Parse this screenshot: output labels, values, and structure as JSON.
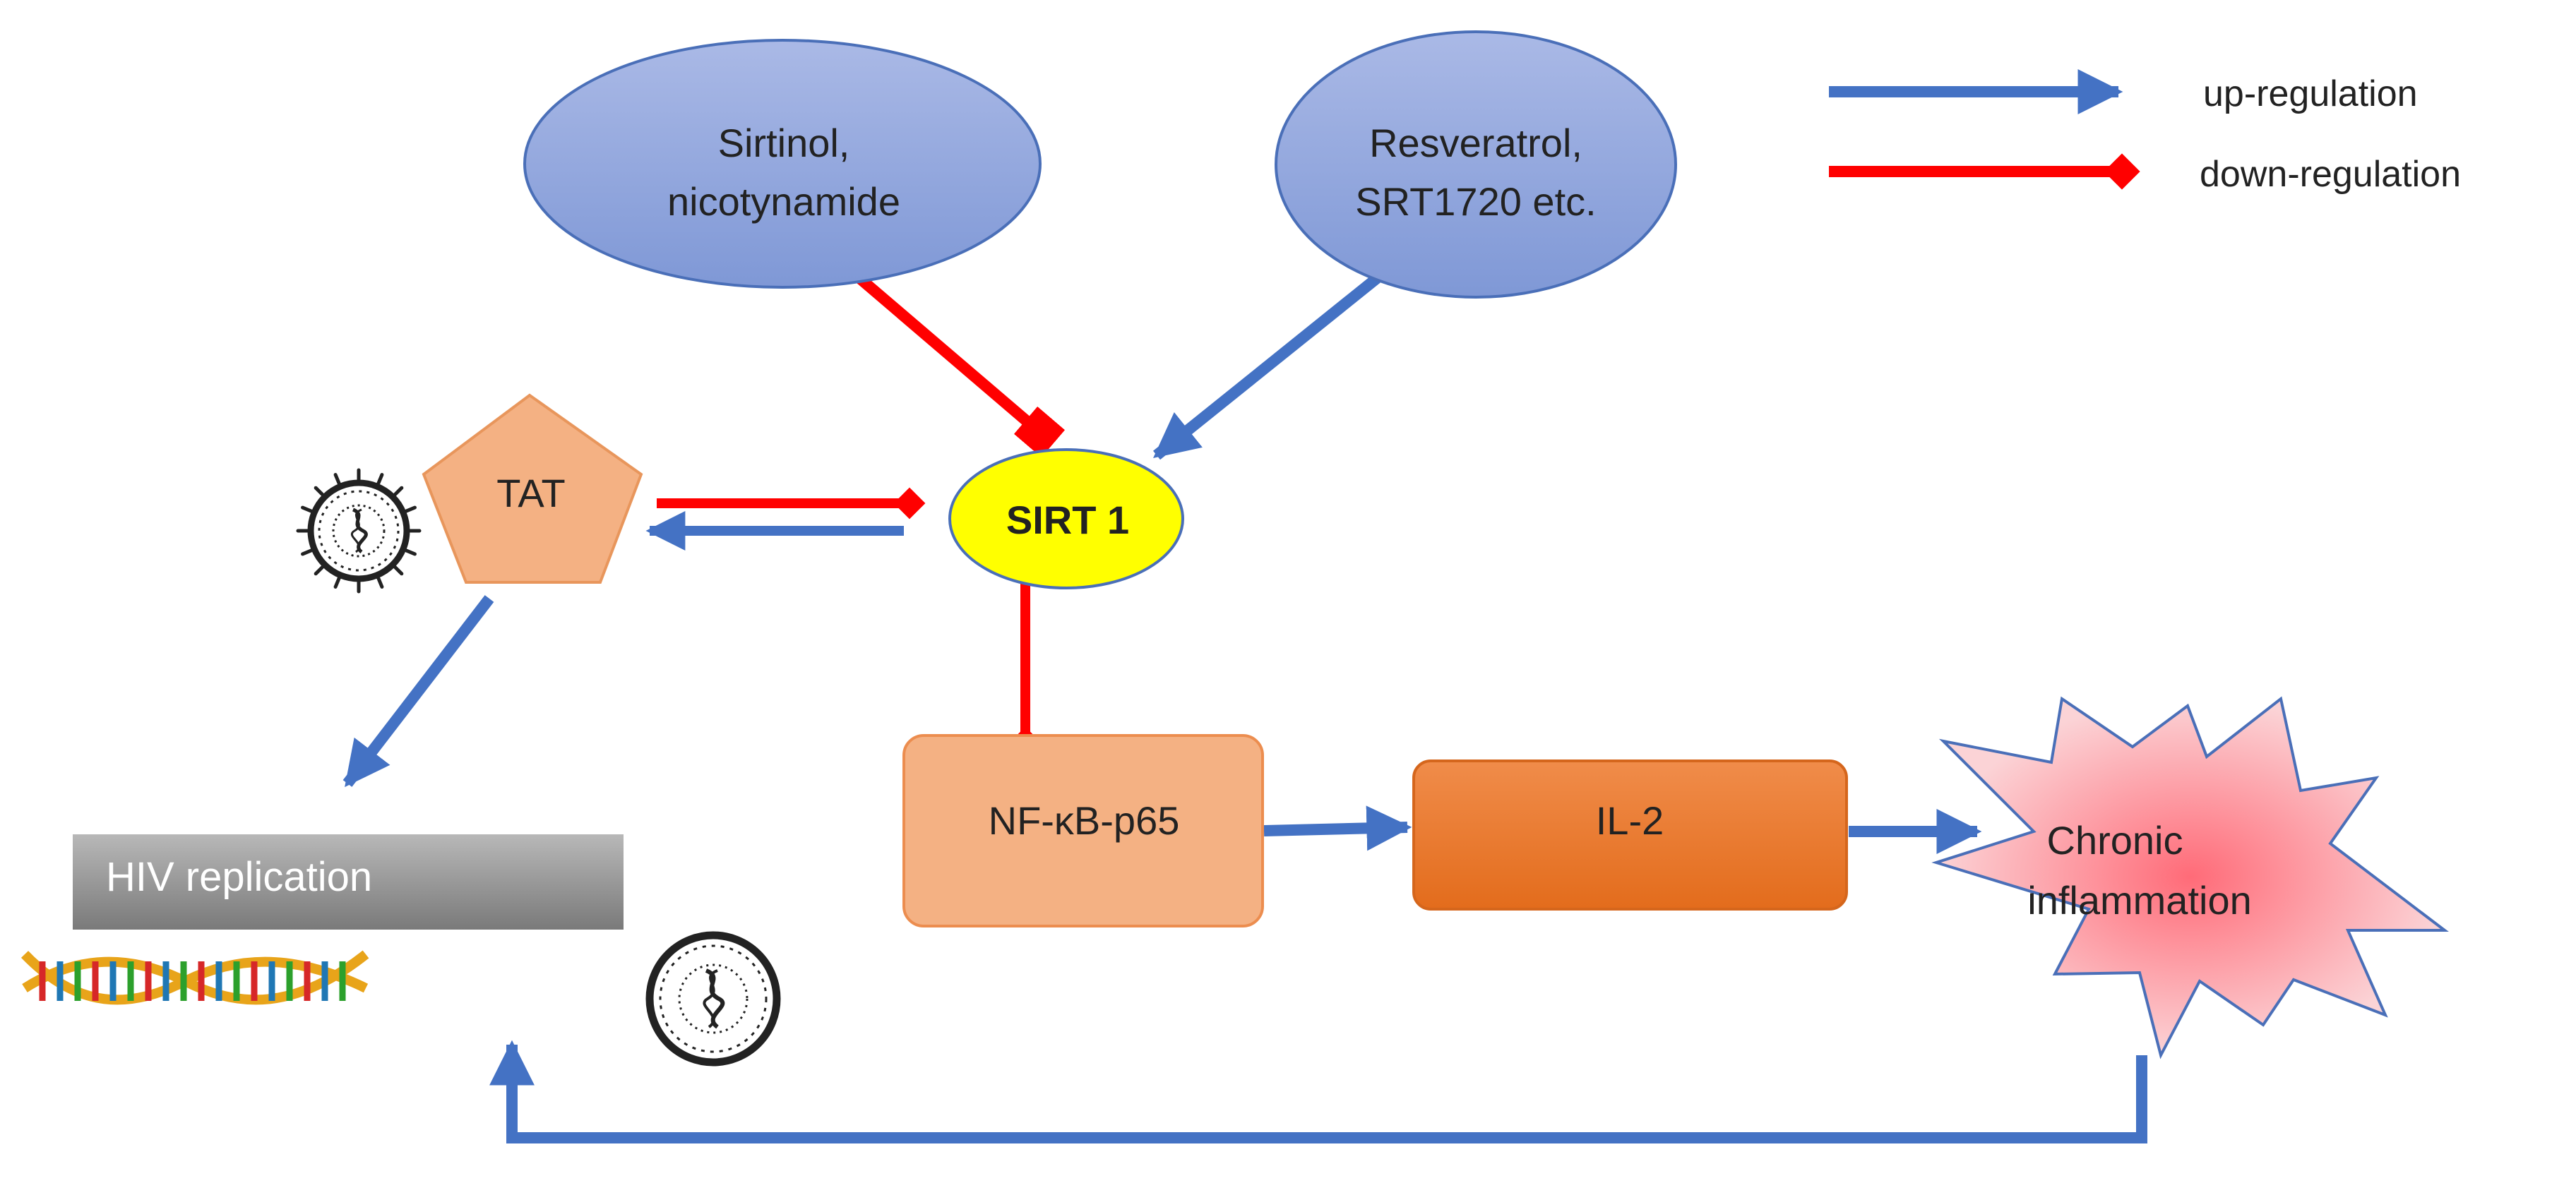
{
  "legend": {
    "up_label": "up-regulation",
    "down_label": "down-regulation"
  },
  "nodes": {
    "inhibitors": {
      "line1": "Sirtinol,",
      "line2": "nicotynamide"
    },
    "activators": {
      "line1": "Resveratrol,",
      "line2": "SRT1720 etc."
    },
    "sirt1": {
      "label": "SIRT 1"
    },
    "tat": {
      "label": "TAT"
    },
    "nfkb": {
      "label": "NF-κB-p65"
    },
    "il2": {
      "label": "IL-2"
    },
    "inflammation": {
      "line1": "Chronic",
      "line2": "inflammation"
    },
    "hiv": {
      "label": "HIV replication"
    }
  },
  "icons": [
    "virus-icon",
    "dna-helix-icon"
  ],
  "colors": {
    "up": "#4472c4",
    "down": "#ff0000",
    "ellipse_fill": "#8ea5dc",
    "sirt1_fill": "#ffff00",
    "tat_fill": "#f4b183",
    "nfkb_fill": "#f4b183",
    "il2_fill": "#ed7d31",
    "inflammation_fill": "#f8a8b0"
  }
}
